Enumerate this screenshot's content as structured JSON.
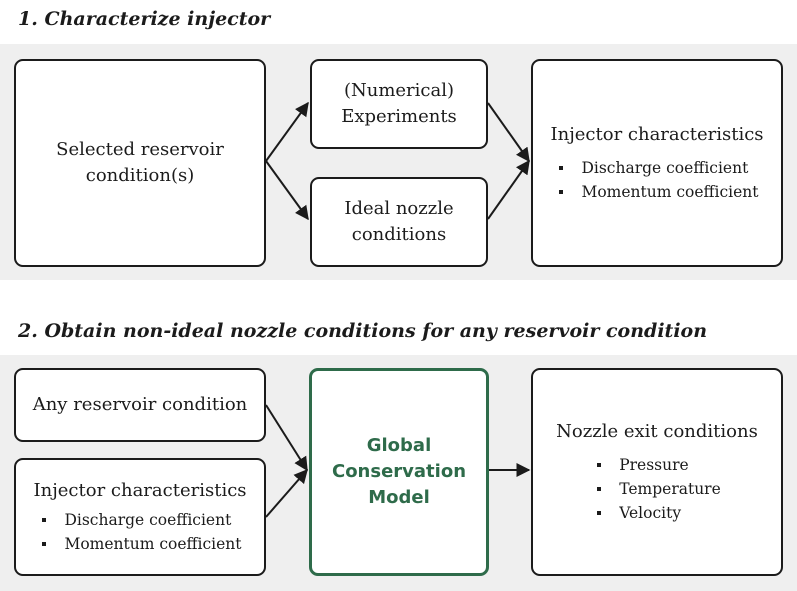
{
  "section1": {
    "heading": "1.  Characterize injector",
    "reservoir_box": {
      "line1": "Selected reservoir",
      "line2": "condition(s)"
    },
    "experiments_box": {
      "line1": "(Numerical)",
      "line2": "Experiments"
    },
    "ideal_box": {
      "line1": "Ideal nozzle",
      "line2": "conditions"
    },
    "injector_box": {
      "title": "Injector characteristics",
      "items": [
        "Discharge coefficient",
        "Momentum coefficient"
      ]
    }
  },
  "section2": {
    "heading": "2. Obtain non-ideal nozzle conditions for any reservoir condition",
    "any_reservoir_box": {
      "label": "Any reservoir condition"
    },
    "injector_box": {
      "title": "Injector characteristics",
      "items": [
        "Discharge coefficient",
        "Momentum coefficient"
      ]
    },
    "model_box": {
      "line1": "Global",
      "line2": "Conservation",
      "line3": "Model"
    },
    "exit_box": {
      "title": "Nozzle exit conditions",
      "items": [
        "Pressure",
        "Temperature",
        "Velocity"
      ]
    }
  },
  "colors": {
    "model_accent": "#2e6b4a",
    "band": "#efefef"
  }
}
